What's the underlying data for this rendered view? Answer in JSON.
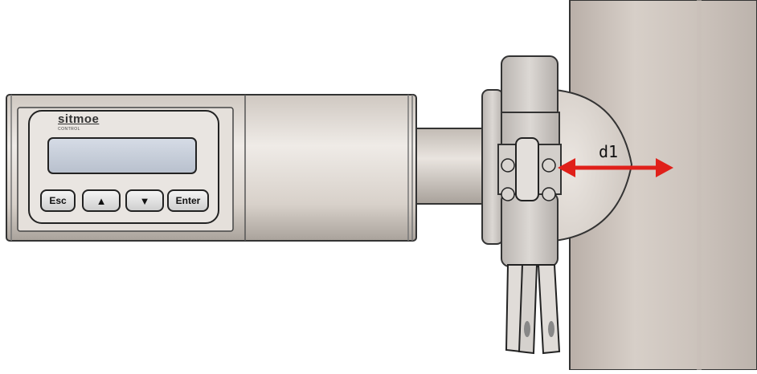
{
  "device": {
    "brand": "sitmoe",
    "brand_sub": "CONTROL",
    "keys": [
      {
        "id": "esc",
        "label": "Esc",
        "icon": ""
      },
      {
        "id": "up",
        "label": "",
        "icon": "up-triangle-icon",
        "glyph": "▲"
      },
      {
        "id": "down",
        "label": "",
        "icon": "down-triangle-icon",
        "glyph": "▼"
      },
      {
        "id": "enter",
        "label": "Enter",
        "icon": ""
      }
    ]
  },
  "dimension": {
    "label": "d1",
    "arrow_color": "#e0201a"
  },
  "colors": {
    "body": "#d9d3cc",
    "pipe": "#cfc6bf",
    "clamp": "#c9c4c0",
    "lcd": "#c6cdd8"
  }
}
